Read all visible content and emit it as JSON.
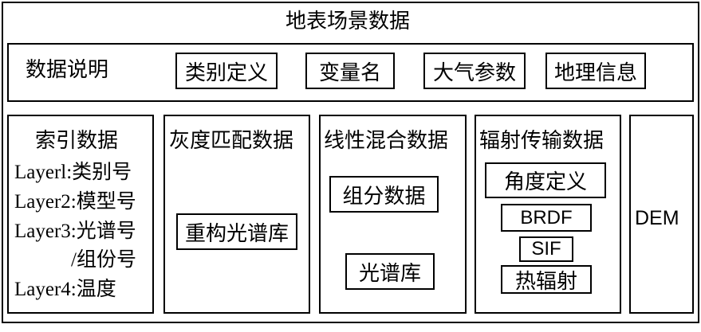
{
  "title": "地表场景数据",
  "description_panel": {
    "label": "数据说明",
    "items": [
      "类别定义",
      "变量名",
      "大气参数",
      "地理信息"
    ]
  },
  "index_panel": {
    "title": "索引数据",
    "lines": [
      "Layerl:类别号",
      "Layer2:模型号",
      "Layer3:光谱号",
      "/组份号",
      "Layer4:温度"
    ]
  },
  "grayscale_panel": {
    "title": "灰度匹配数据",
    "items": [
      "重构光谱库"
    ]
  },
  "linear_panel": {
    "title": "线性混合数据",
    "items": [
      "组分数据",
      "光谱库"
    ]
  },
  "radiative_panel": {
    "title": "辐射传输数据",
    "items": [
      "角度定义",
      "BRDF",
      "SIF",
      "热辐射"
    ]
  },
  "dem_panel": {
    "title": "DEM"
  }
}
